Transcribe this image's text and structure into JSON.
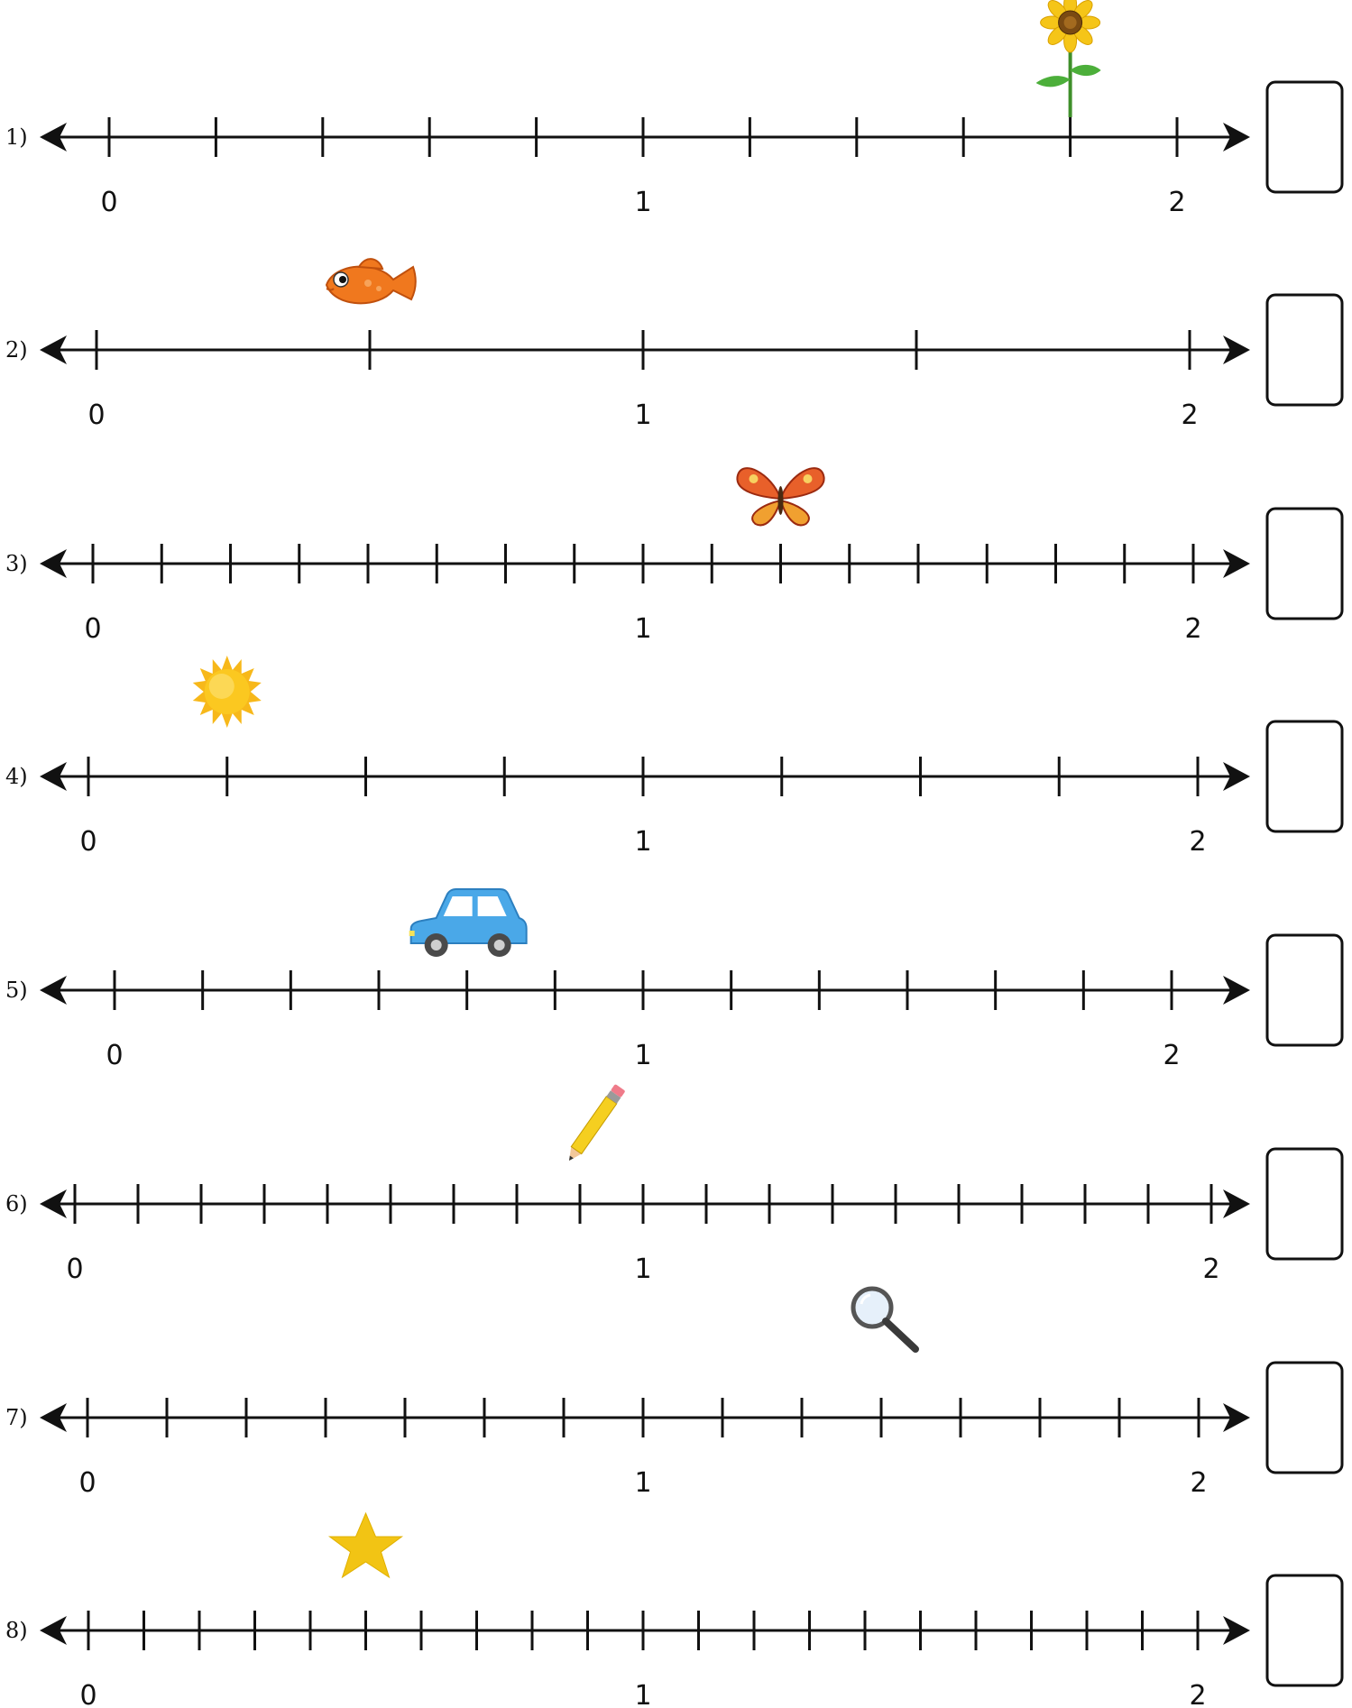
{
  "worksheet": {
    "problems": [
      {
        "number_label": "1)",
        "start_label": "0",
        "mid_label": "1",
        "end_label": "2",
        "divisions_per_unit": 5,
        "object_icon": "sunflower-icon",
        "object_tick": 9
      },
      {
        "number_label": "2)",
        "start_label": "0",
        "mid_label": "1",
        "end_label": "2",
        "divisions_per_unit": 2,
        "object_icon": "fish-icon",
        "object_tick": 1
      },
      {
        "number_label": "3)",
        "start_label": "0",
        "mid_label": "1",
        "end_label": "2",
        "divisions_per_unit": 8,
        "object_icon": "butterfly-icon",
        "object_tick": 10
      },
      {
        "number_label": "4)",
        "start_label": "0",
        "mid_label": "1",
        "end_label": "2",
        "divisions_per_unit": 4,
        "object_icon": "sun-icon",
        "object_tick": 1
      },
      {
        "number_label": "5)",
        "start_label": "0",
        "mid_label": "1",
        "end_label": "2",
        "divisions_per_unit": 6,
        "object_icon": "car-icon",
        "object_tick": 4
      },
      {
        "number_label": "6)",
        "start_label": "0",
        "mid_label": "1",
        "end_label": "2",
        "divisions_per_unit": 9,
        "object_icon": "pencil-icon",
        "object_tick": 8
      },
      {
        "number_label": "7)",
        "start_label": "0",
        "mid_label": "1",
        "end_label": "2",
        "divisions_per_unit": 7,
        "object_icon": "magnifier-icon",
        "object_tick": 10
      },
      {
        "number_label": "8)",
        "start_label": "0",
        "mid_label": "1",
        "end_label": "2",
        "divisions_per_unit": 10,
        "object_icon": "star-icon",
        "object_tick": 5
      }
    ]
  }
}
